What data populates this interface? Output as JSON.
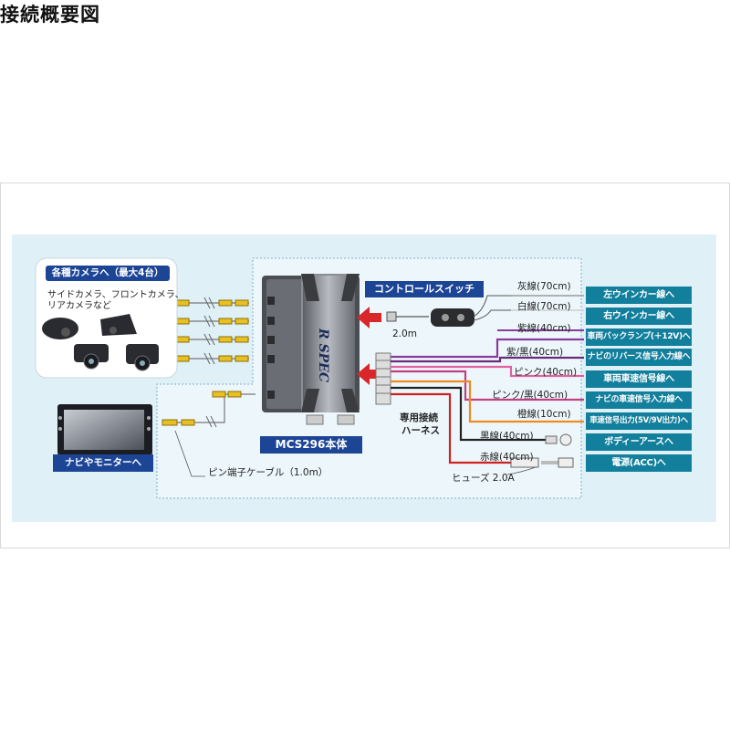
{
  "title": "接続概要図",
  "cameras": {
    "heading": "各種カメラへ（最大4台）",
    "description_line1": "サイドカメラ、フロントカメラ、",
    "description_line2": "リアカメラなど"
  },
  "unit": {
    "name": "MCS296本体",
    "logo": "R SPEC"
  },
  "control_switch": {
    "label": "コントロールスイッチ",
    "cable_length": "2.0m"
  },
  "harness": {
    "line1": "専用接続",
    "line2": "ハーネス"
  },
  "monitor": {
    "label": "ナビやモニターへ"
  },
  "pin_cable": "ピン端子ケーブル（1.0m）",
  "fuse": "ヒューズ 2.0A",
  "wires": [
    {
      "label": "灰線(70cm)",
      "color": "#9a9a9a"
    },
    {
      "label": "白線(70cm)",
      "color": "#cfcfcf"
    },
    {
      "label": "紫線(40cm)",
      "color": "#8a3a9c"
    },
    {
      "label": "紫/黒(40cm)",
      "color": "#6a2a7a"
    },
    {
      "label": "ピンク(40cm)",
      "color": "#e060a0"
    },
    {
      "label": "ピンク/黒(40cm)",
      "color": "#c04080"
    },
    {
      "label": "橙線(10cm)",
      "color": "#f08a20"
    },
    {
      "label": "黒線(40cm)",
      "color": "#222222"
    },
    {
      "label": "赤線(40cm)",
      "color": "#d02020"
    }
  ],
  "connections": [
    {
      "label": "左ウインカー線へ"
    },
    {
      "label": "右ウインカー線へ"
    },
    {
      "label": "車両バックランプ(＋12V)へ"
    },
    {
      "label": "ナビのリバース信号入力線へ"
    },
    {
      "label": "車両車速信号線へ"
    },
    {
      "label": "ナビの車速信号入力線へ"
    },
    {
      "label": "車速信号出力(5V/9V出力)へ"
    },
    {
      "label": "ボディーアースへ"
    },
    {
      "label": "電源(ACC)へ"
    }
  ]
}
